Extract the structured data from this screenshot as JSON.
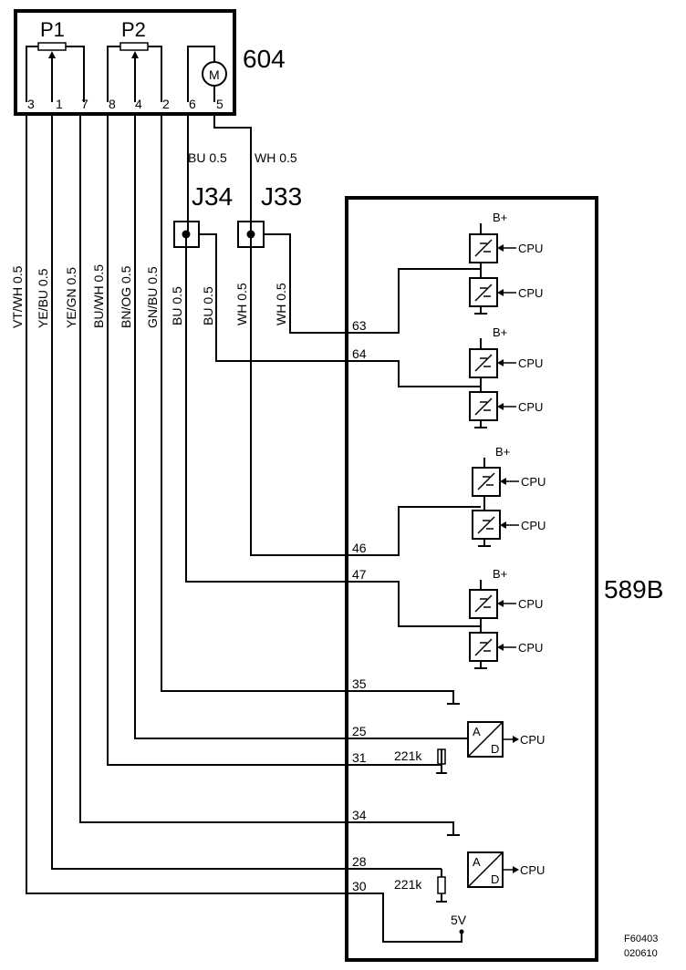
{
  "components": {
    "c604": "604",
    "c589b": "589B",
    "p1": "P1",
    "p2": "P2",
    "motor": "M",
    "j34": "J34",
    "j33": "J33"
  },
  "pins_604": [
    "3",
    "1",
    "7",
    "8",
    "4",
    "2",
    "6",
    "5"
  ],
  "wires": {
    "vt_wh": "VT/WH  0.5",
    "ye_bu": "YE/BU  0.5",
    "ye_gn": "YE/GN  0.5",
    "bu_wh": "BU/WH  0.5",
    "bn_og": "BN/OG  0.5",
    "gn_bu": "GN/BU  0.5",
    "bu_a": "BU  0.5",
    "bu_b": "BU  0.5",
    "wh_a": "WH  0.5",
    "wh_b": "WH  0.5",
    "bu_top": "BU  0.5",
    "wh_top": "WH  0.5"
  },
  "pins_589b": [
    "63",
    "64",
    "46",
    "47",
    "35",
    "25",
    "31",
    "34",
    "28",
    "30"
  ],
  "labels": {
    "bplus": "B+",
    "cpu": "CPU",
    "a": "A",
    "d": "D",
    "r221k": "221k",
    "v5": "5V"
  },
  "footer": {
    "code1": "F60403",
    "code2": "020610"
  }
}
